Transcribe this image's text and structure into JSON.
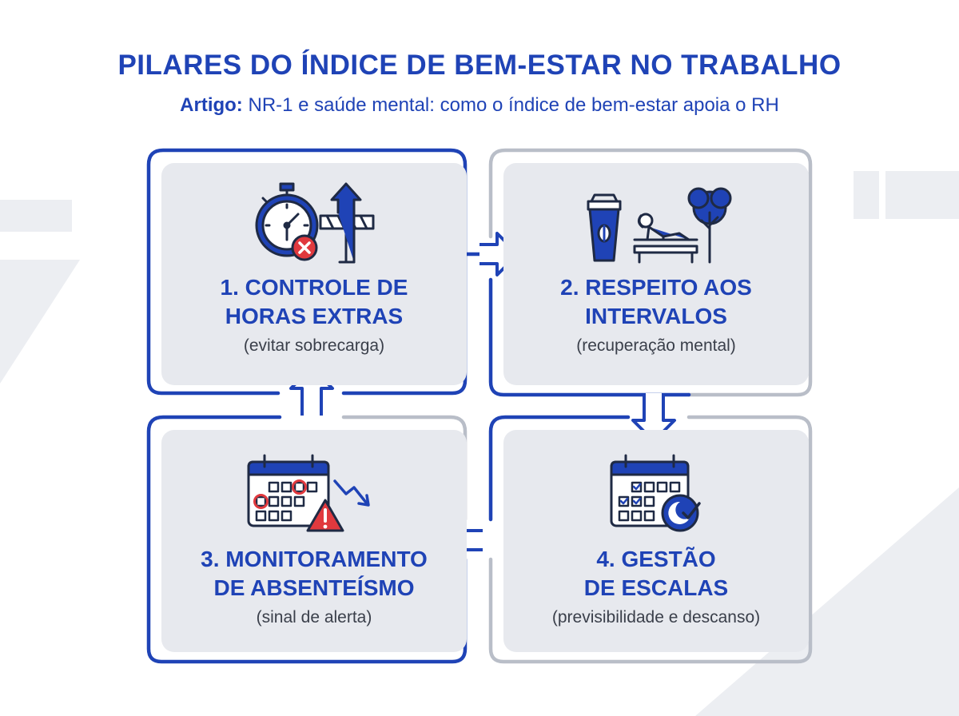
{
  "header": {
    "title": "PILARES DO ÍNDICE DE BEM-ESTAR NO TRABALHO",
    "subtitle_prefix": "Artigo:",
    "subtitle_text": " NR-1 e saúde mental: como o índice de bem-estar apoia o RH"
  },
  "pillars": [
    {
      "line1": "1. CONTROLE DE",
      "line2": "HORAS EXTRAS",
      "sub": "(evitar sobrecarga)",
      "icon": "stopwatch-overtime-icon"
    },
    {
      "line1": "2. RESPEITO AOS",
      "line2": "INTERVALOS",
      "sub": "(recuperação mental)",
      "icon": "break-rest-icon"
    },
    {
      "line1": "3. MONITORAMENTO",
      "line2": "DE ABSENTEÍSMO",
      "sub": "(sinal de alerta)",
      "icon": "calendar-alert-icon"
    },
    {
      "line1": "4. GESTÃO",
      "line2": "DE ESCALAS",
      "sub": "(previsibilidade e descanso)",
      "icon": "calendar-schedule-icon"
    }
  ],
  "flow": [
    "1 → 2",
    "2 → 4",
    "4 → 3",
    "3 → 1"
  ],
  "colors": {
    "primary": "#1f43b6",
    "alert": "#e0393e",
    "card": "#e7e9ee",
    "frame_gray": "#b9bec8"
  }
}
